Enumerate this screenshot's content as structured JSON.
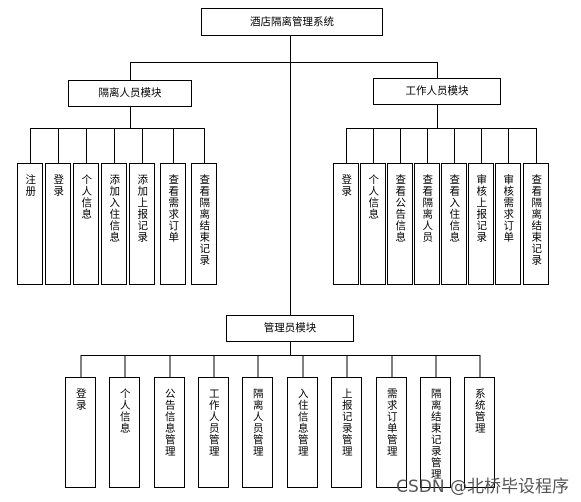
{
  "diagram": {
    "root": {
      "label": "酒店隔离管理系统"
    },
    "modules": [
      {
        "label": "隔离人员模块",
        "children": [
          "注册",
          "登录",
          "个人信息",
          "添加入住信息",
          "添加上报记录",
          "查看需求订单",
          "查看隔离结束记录"
        ]
      },
      {
        "label": "工作人员模块",
        "children": [
          "登录",
          "个人信息",
          "查看公告信息",
          "查看隔离人员",
          "查看入住信息",
          "审核上报记录",
          "审核需求订单",
          "查看隔离结束记录"
        ]
      },
      {
        "label": "管理员模块",
        "children": [
          "登录",
          "个人信息",
          "公告信息管理",
          "工作人员管理",
          "隔离人员管理",
          "入住信息管理",
          "上报记录管理",
          "需求订单管理",
          "隔离结束记录管理",
          "系统管理"
        ]
      }
    ]
  },
  "watermark": "CSDN @北桥毕设程序"
}
